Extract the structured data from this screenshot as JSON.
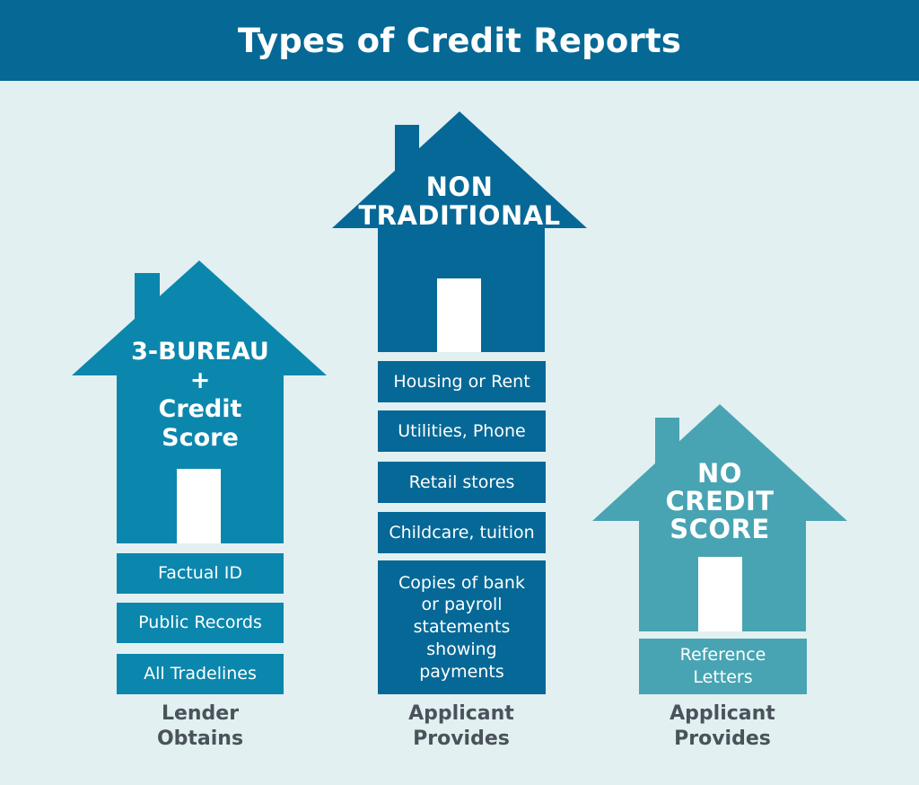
{
  "title": "Types of Credit Reports",
  "colors": {
    "header": "#066895",
    "background": "#E2F0F2",
    "house_1": "#0B87AD",
    "house_2": "#066896",
    "house_3": "#48A4B3",
    "caption_text": "#4A525A"
  },
  "houses": [
    {
      "title_lines": [
        "3-BUREAU",
        "+",
        "Credit",
        "Score"
      ],
      "items": [
        "Factual ID",
        "Public Records",
        "All Tradelines"
      ],
      "caption_lines": [
        "Lender",
        "Obtains"
      ]
    },
    {
      "title_lines": [
        "NON",
        "TRADITIONAL"
      ],
      "items": [
        "Housing or Rent",
        "Utilities, Phone",
        "Retail stores",
        "Childcare, tuition",
        "Copies of bank or payroll statements showing payments"
      ],
      "caption_lines": [
        "Applicant",
        "Provides"
      ]
    },
    {
      "title_lines": [
        "NO",
        "CREDIT",
        "SCORE"
      ],
      "items": [
        "Reference Letters"
      ],
      "caption_lines": [
        "Applicant",
        "Provides"
      ]
    }
  ]
}
